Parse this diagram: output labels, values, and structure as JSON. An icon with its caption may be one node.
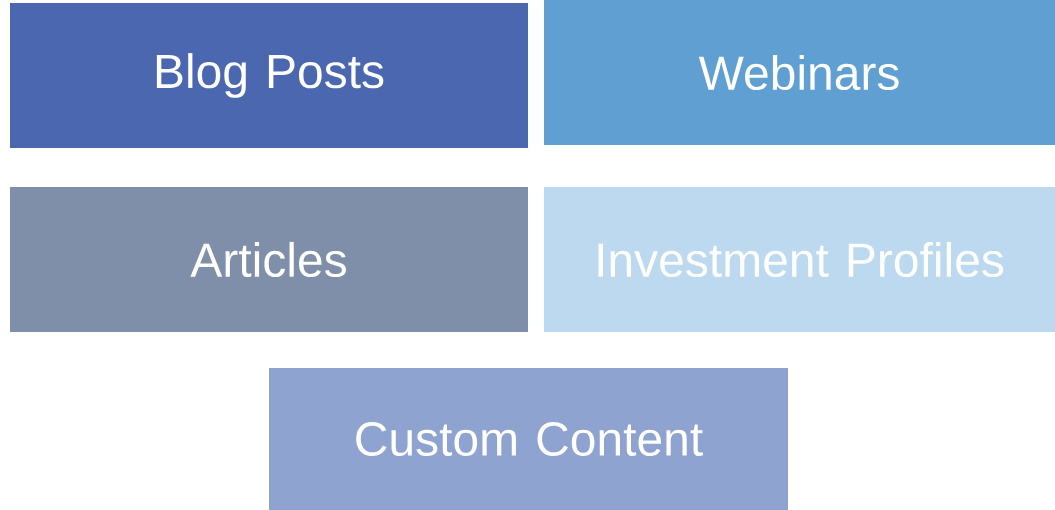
{
  "diagram": {
    "nodes": [
      {
        "text": [
          "Blog Posts"
        ]
      },
      {
        "text": [
          "Webinars"
        ]
      },
      {
        "text": [
          "Articles"
        ]
      },
      {
        "text": [
          "Investment Profiles"
        ]
      },
      {
        "text": [
          "Custom Content"
        ]
      }
    ]
  }
}
